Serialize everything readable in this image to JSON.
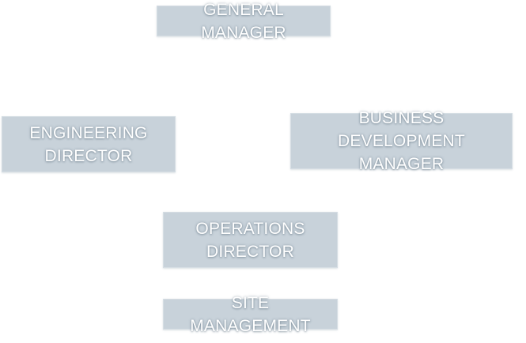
{
  "org_chart": {
    "nodes": [
      {
        "id": "general-manager",
        "label": "GENERAL MANAGER"
      },
      {
        "id": "engineering-director",
        "label": "ENGINEERING DIRECTOR"
      },
      {
        "id": "business-development-manager",
        "label": "BUSINESS DEVELOPMENT MANAGER"
      },
      {
        "id": "operations-director",
        "label": "OPERATIONS DIRECTOR"
      },
      {
        "id": "site-management",
        "label": "SITE MANAGEMENT"
      }
    ]
  },
  "colors": {
    "node_fill": "#c8d2da",
    "node_text": "#ffffff",
    "background": "#ffffff"
  }
}
